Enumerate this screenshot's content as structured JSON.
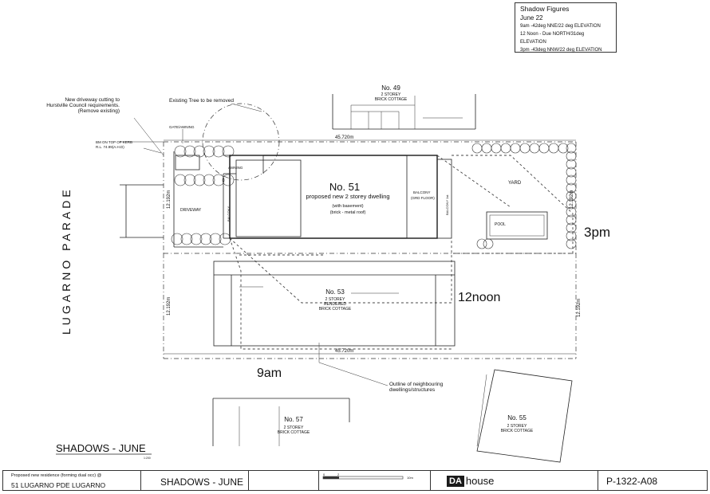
{
  "legend": {
    "title": "Shadow Figures",
    "date": "June 22",
    "lines": [
      "9am -42deg NNE/22 deg ELEVATION",
      "12 Noon - Due NORTH/31deg ELEVATION",
      "3pm -43deg NNW/22 deg ELEVATION"
    ]
  },
  "street": "LUGARNO PARADE",
  "lot_width_top": "45.720m",
  "lot_width_bottom": "45.720m",
  "frontage": "12.192m",
  "side_widths": [
    "12.192m",
    "12.192m",
    "12.192m"
  ],
  "notes": {
    "driveway": [
      "New driveway cutting to",
      "Hurstville Council requirements.",
      "(Remove existing)"
    ],
    "tree": "Existing Tree to be removed",
    "kerb": [
      "BM ON TOP OF KERB",
      "R.L. 74.99(A.H.D)"
    ],
    "gate": "GATE/AWNING",
    "outline": [
      "Outline of neighbouring",
      "dwellings/structures"
    ]
  },
  "labels": {
    "awning": "AWNING",
    "driveway": "DRIVEWAY",
    "balcony_g": "BALCONY",
    "balcony_floor": "BALCONY",
    "balcony_floor_sub": "(GRD FLOOR)",
    "balcony_1st": "BALCONY 1st",
    "yard": "YARD",
    "pool": "POOL"
  },
  "lots": {
    "n51": {
      "title": "No. 51",
      "sub": "proposed new 2 storey dwelling",
      "sub2": "(with basement)",
      "sub3": "(brick - metal roof)"
    },
    "n49": {
      "title": "No. 49",
      "sub": "2 STOREY",
      "sub2": "BRICK COTTAGE"
    },
    "n53": {
      "title": "No. 53",
      "sub": "2 STOREY",
      "sub2": "RENDERED",
      "sub3": "BRICK COTTAGE"
    },
    "n57": {
      "title": "No. 57",
      "sub": "2 STOREY",
      "sub2": "BRICK COTTAGE"
    },
    "n55": {
      "title": "No. 55",
      "sub": "2 STOREY",
      "sub2": "BRICK COTTAGE"
    }
  },
  "times": {
    "t3pm": "3pm",
    "t12": "12noon",
    "t9": "9am"
  },
  "drawing_title": "SHADOWS - JUNE",
  "drawing_scale": "1:200",
  "titleblock": {
    "project": "Proposed new residence (forming dual occ) @",
    "address": "51 LUGARNO PDE LUGARNO",
    "sheet_title": "SHADOWS - JUNE",
    "scale_ticks": [
      "0",
      "2",
      "10m"
    ],
    "logo_a": "DA",
    "logo_b": "house",
    "drawing_no": "P-1322-A08"
  }
}
